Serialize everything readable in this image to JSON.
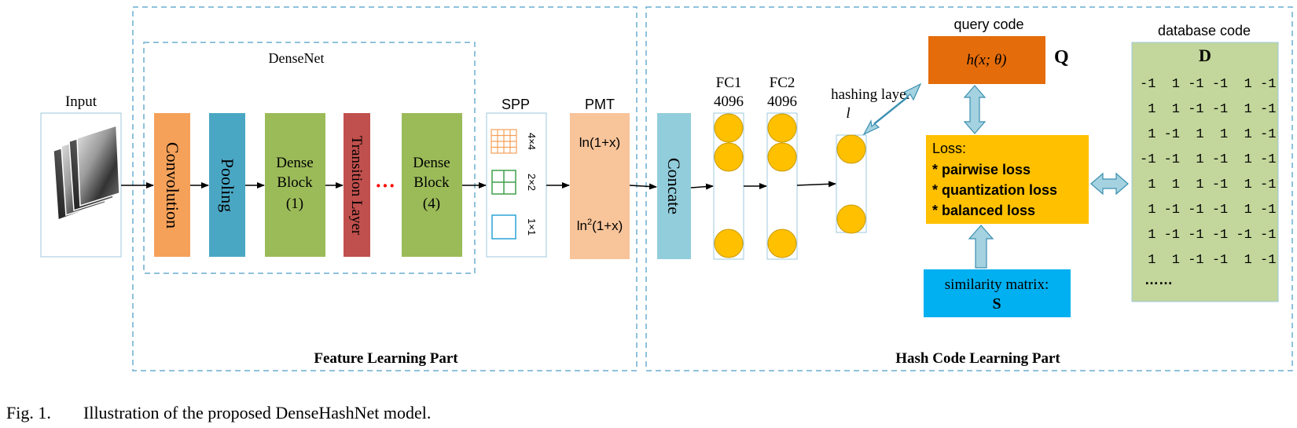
{
  "sections": {
    "feature_part": "Feature Learning Part",
    "hash_part": "Hash Code Learning Part",
    "densenet": "DenseNet"
  },
  "input_label": "Input",
  "blocks": {
    "convolution": "Convolution",
    "pooling": "Pooling",
    "dense1_line1": "Dense",
    "dense1_line2": "Block",
    "dense1_line3": "(1)",
    "transition": "Transition Layer",
    "ellipsis": "···",
    "dense4_line1": "Dense",
    "dense4_line2": "Block",
    "dense4_line3": "(4)",
    "concate": "Concate"
  },
  "spp": {
    "title": "SPP",
    "levels": [
      "4×4",
      "2×2",
      "1×1"
    ]
  },
  "pmt": {
    "title": "PMT",
    "f1": "ln(1+x)",
    "f2_pre": "ln",
    "f2_sup": "2",
    "f2_post": "(1+x)"
  },
  "fc1": {
    "name": "FC1",
    "size": "4096"
  },
  "fc2": {
    "name": "FC2",
    "size": "4096"
  },
  "hashing": {
    "name": "hashing layer",
    "size": "l"
  },
  "query": {
    "title": "query code",
    "formula": "h(x; θ)",
    "symbol": "Q"
  },
  "loss": {
    "title": "Loss:",
    "items": [
      "* pairwise loss",
      "* quantization loss",
      "* balanced loss"
    ]
  },
  "similarity": {
    "title": "similarity matrix:",
    "symbol": "S"
  },
  "database": {
    "title": "database code",
    "symbol": "D",
    "rows": [
      "-1  1 -1 -1  1 -1",
      " 1  1 -1 -1  1 -1",
      " 1 -1  1  1  1 -1",
      "-1 -1  1 -1  1 -1",
      " 1  1  1 -1  1 -1",
      " 1 -1 -1 -1  1 -1",
      " 1 -1 -1 -1 -1 -1",
      " 1  1 -1 -1  1 -1"
    ],
    "ellipsis": "……"
  },
  "caption": {
    "label": "Fig. 1.",
    "text": "Illustration of the proposed DenseHashNet model."
  },
  "colors": {
    "dashed_border": "#6aaed0",
    "convolution": "#f5a15a",
    "pooling": "#4aa7c4",
    "dense_block": "#9bbb59",
    "transition": "#c0504d",
    "pmt": "#f8c49a",
    "concate": "#92cddc",
    "neuron": "#ffc000",
    "query_box": "#e46c0a",
    "loss_box": "#ffc000",
    "similarity_box": "#00b0f0",
    "database_box": "#c3d69b",
    "arrow_fill": "#a5d2e0",
    "ellipsis_red": "#ff0000"
  }
}
